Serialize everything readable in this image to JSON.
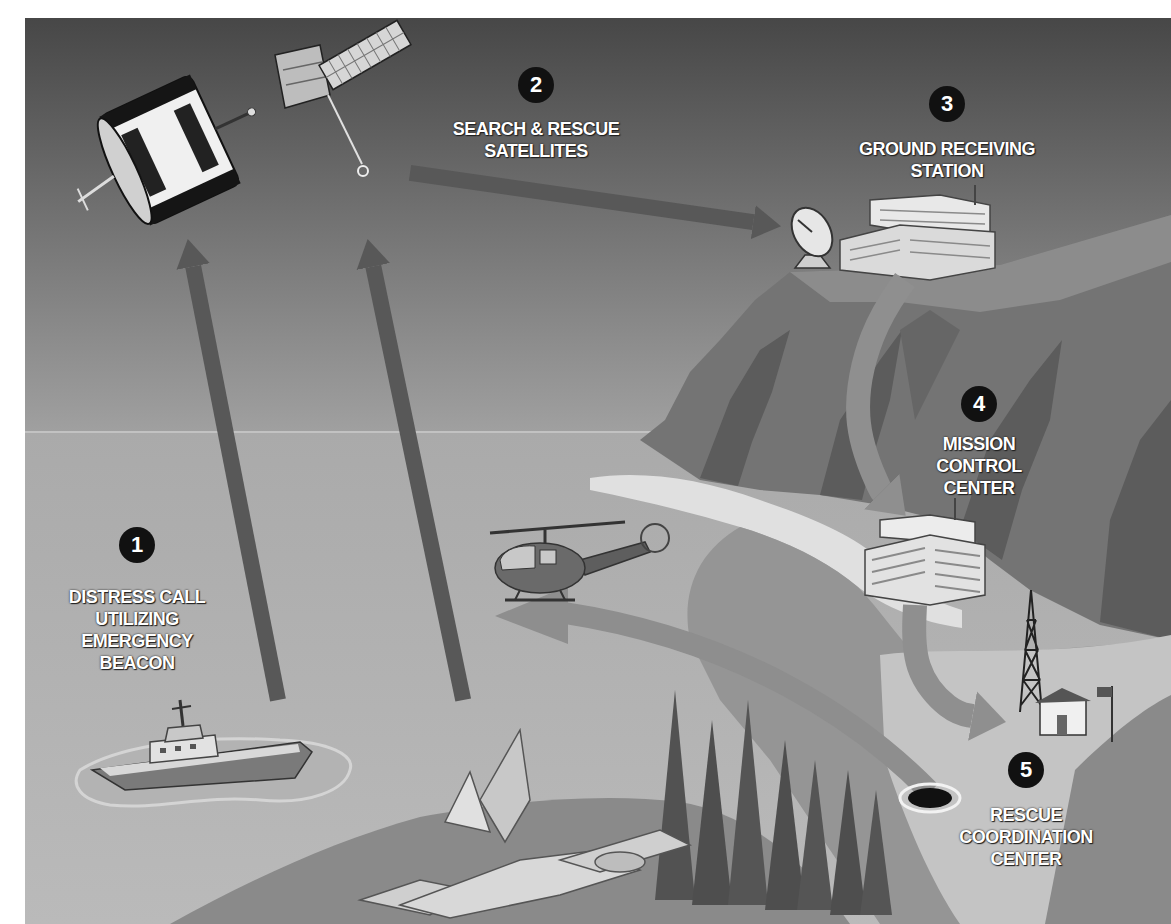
{
  "diagram": {
    "nodes": [
      {
        "text": [
          "1",
          "DISTRESS CALL UTILIZING EMERGENCY BEACON"
        ]
      },
      {
        "text": [
          "2",
          "SEARCH & RESCUE SATELLITES"
        ]
      },
      {
        "text": [
          "3",
          "GROUND RECEIVING STATION"
        ]
      },
      {
        "text": [
          "4",
          "MISSION CONTROL CENTER"
        ]
      },
      {
        "text": [
          "5",
          "RESCUE COORDINATION CENTER"
        ]
      }
    ],
    "edges": [
      {
        "from": 0,
        "to": 1,
        "arrow": "to"
      },
      {
        "from": 0,
        "to": 1,
        "arrow": "to"
      },
      {
        "from": 1,
        "to": 2,
        "arrow": "to"
      },
      {
        "from": 2,
        "to": 3,
        "arrow": "to"
      },
      {
        "from": 3,
        "to": 4,
        "arrow": "to"
      }
    ]
  }
}
